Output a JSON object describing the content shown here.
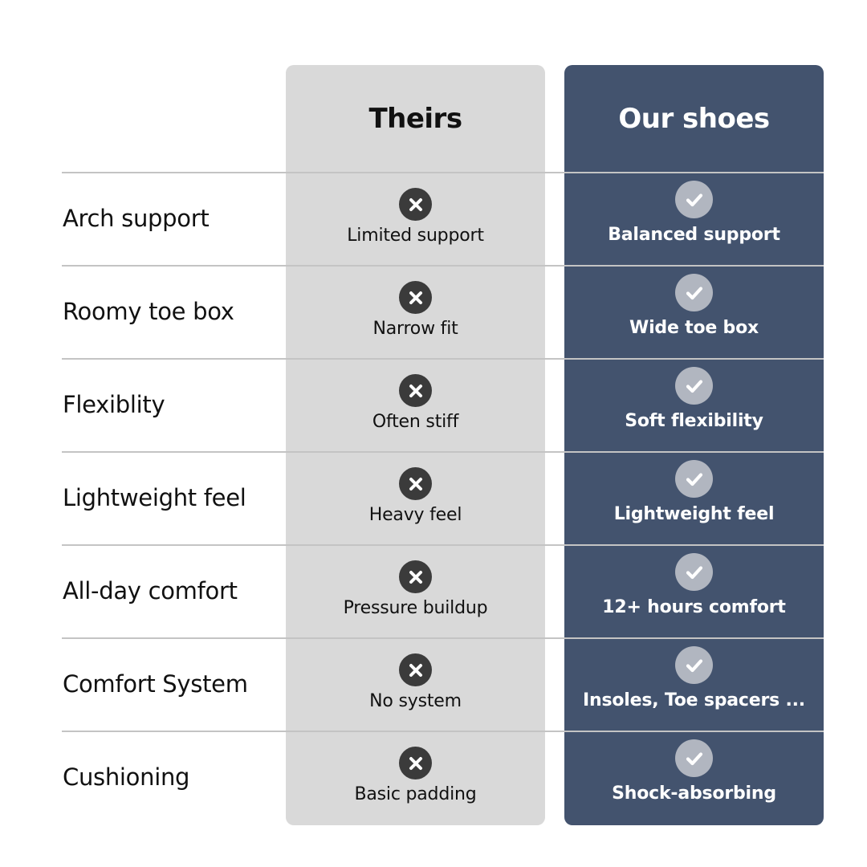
{
  "columns": {
    "theirs": "Theirs",
    "ours": "Our shoes"
  },
  "rows": [
    {
      "label": "Arch support",
      "theirs": "Limited support",
      "ours": "Balanced support"
    },
    {
      "label": "Roomy toe box",
      "theirs": "Narrow fit",
      "ours": "Wide toe box"
    },
    {
      "label": "Flexiblity",
      "theirs": "Often stiff",
      "ours": "Soft flexibility"
    },
    {
      "label": "Lightweight feel",
      "theirs": "Heavy feel",
      "ours": "Lightweight feel"
    },
    {
      "label": "All-day comfort",
      "theirs": "Pressure buildup",
      "ours": "12+ hours comfort"
    },
    {
      "label": "Comfort System",
      "theirs": "No system",
      "ours": "Insoles, Toe spacers ..."
    },
    {
      "label": "Cushioning",
      "theirs": "Basic padding",
      "ours": "Shock-absorbing"
    }
  ],
  "icons": {
    "theirs": "x-circle-icon",
    "ours": "check-circle-icon"
  },
  "colors": {
    "theirs_bg": "#d9d9d9",
    "ours_bg": "#43536e",
    "x_icon": "#3b3b3b",
    "check_icon": "#b1b6c0"
  }
}
